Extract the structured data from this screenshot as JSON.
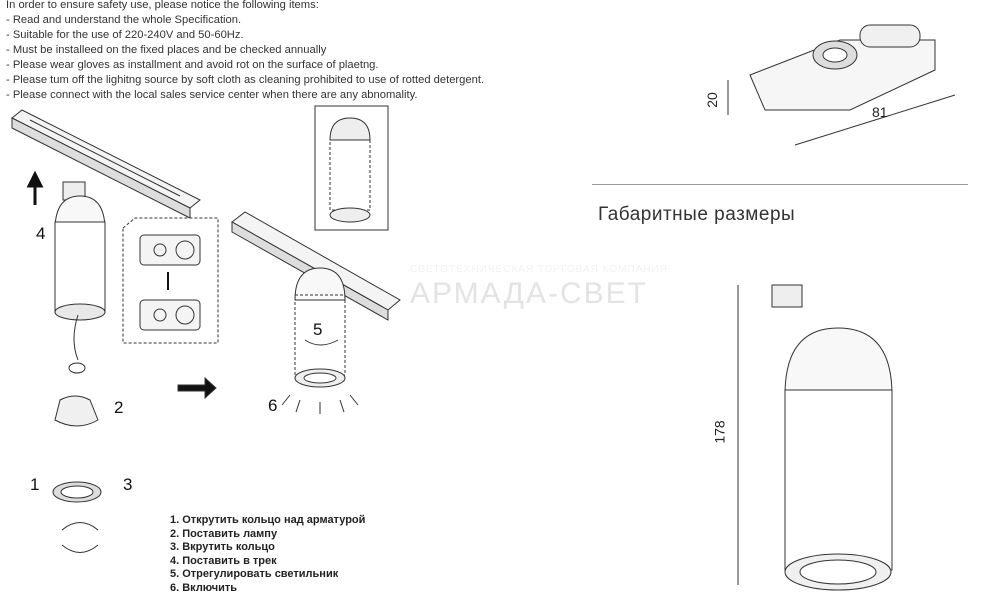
{
  "safety": {
    "intro": "In order to ensure safety use, please notice the following items:",
    "items": [
      "- Read and understand the whole Specification.",
      "- Suitable for the use of 220-240V and 50-60Hz.",
      "- Must be installeed on the fixed places and be checked annually",
      "- Please wear gloves as installment and avoid rot on the surface of plaetng.",
      "- Please tum off the lighitng source by soft cloth as cleaning prohibited to use of rotted detergent.",
      "- Please connect with the local sales service center when there are any abnomality."
    ]
  },
  "diagram": {
    "step_numbers": [
      "1",
      "2",
      "3",
      "4",
      "5",
      "6"
    ]
  },
  "steps": [
    "1.  Открутить кольцо над арматурой",
    "2.  Поставить лампу",
    "3.  Вкрутить кольцо",
    "4.  Поставить в трек",
    "5.  Отрегулировать светильник",
    "6.  Включить"
  ],
  "dimensions": {
    "title": "Габаритные размеры",
    "height_adapter": "20",
    "length_adapter": "81",
    "height_total": "178"
  },
  "watermark": {
    "tagline": "СВЕТОТЕХНИЧЕСКАЯ ТОРГОВАЯ КОМПАНИЯ",
    "brand": "АРМАДА-СВЕТ"
  }
}
